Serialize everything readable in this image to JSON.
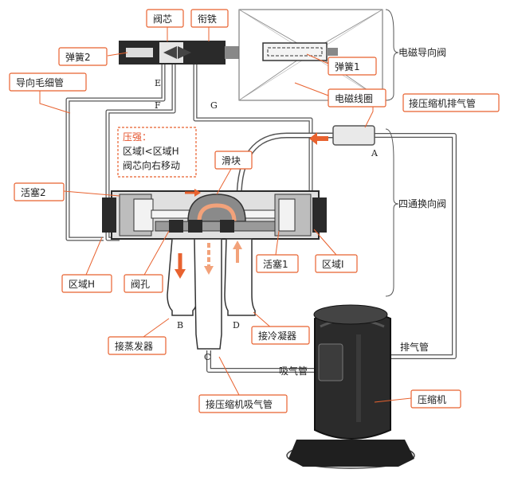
{
  "labels": {
    "valve_core": "阀芯",
    "armature": "衔铁",
    "spring2": "弹簧2",
    "spring1": "弹簧1",
    "solenoid_valve": "电磁导向阀",
    "coil": "电磁线圈",
    "pilot_capillary": "导向毛细管",
    "to_discharge": "接压缩机排气管",
    "piston2": "活塞2",
    "slider": "滑块",
    "four_way_valve": "四通换向阀",
    "zone_h": "区域H",
    "valve_hole": "阀孔",
    "piston1": "活塞1",
    "zone_i": "区域I",
    "to_evaporator": "接蒸发器",
    "to_condenser": "接冷凝器",
    "to_suction": "接压缩机吸气管",
    "suction_pipe": "吸气管",
    "discharge_pipe": "排气管",
    "compressor": "压缩机"
  },
  "note": {
    "line1": "压强：",
    "line2": "区域I<区域H",
    "line3": "阀芯向右移动"
  },
  "letters": {
    "A": "A",
    "B": "B",
    "C": "C",
    "D": "D",
    "E": "E",
    "F": "F",
    "G": "G"
  },
  "colors": {
    "accent": "#e8622f",
    "pipe": "#555555",
    "metal": "#8a8a8a",
    "dark": "#2a2a2a",
    "flow": "#f2a27a"
  }
}
